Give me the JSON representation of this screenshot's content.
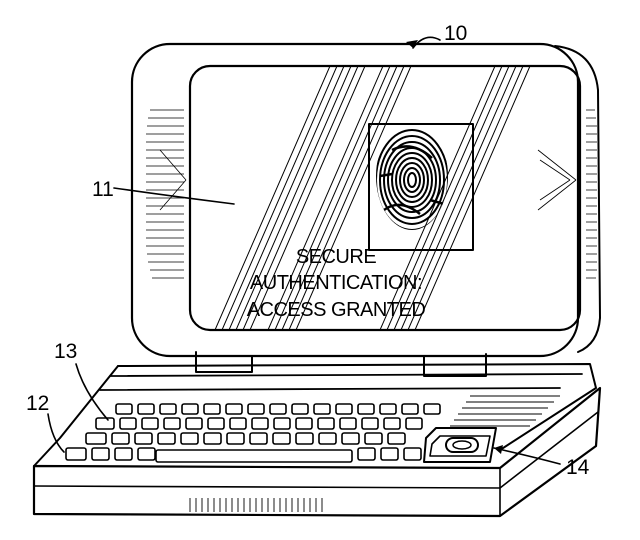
{
  "reference_numerals": {
    "computer": "10",
    "screen": "11",
    "base": "12",
    "keyboard": "13",
    "fingerprint_reader": "14"
  },
  "screen_message": {
    "line1": "SECURE",
    "line2": "AUTHENTICATION:",
    "line3": "ACCESS GRANTED"
  }
}
